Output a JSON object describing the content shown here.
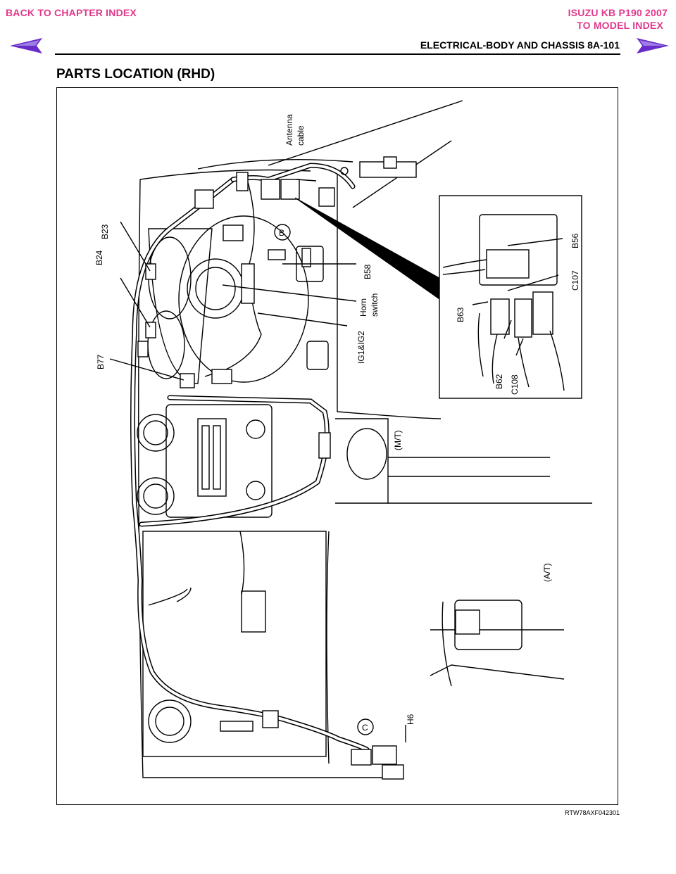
{
  "nav": {
    "back_chapter": "BACK TO CHAPTER INDEX",
    "model_title": "ISUZU KB P190 2007",
    "to_model": "TO MODEL INDEX",
    "prev_icon": "left-arrow-icon",
    "next_icon": "right-arrow-icon",
    "link_color": "#e0388a",
    "arrow_color": "#6a2cc8"
  },
  "header": {
    "page_title": "ELECTRICAL-BODY AND CHASSIS  8A-101"
  },
  "section": {
    "title": "PARTS LOCATION (RHD)"
  },
  "figure": {
    "code": "RTW78AXF042301",
    "labels": {
      "antenna": [
        "Antenna",
        "cable"
      ],
      "b23": "B23",
      "b24": "B24",
      "b58": "B58",
      "horn": [
        "Horn",
        "switch"
      ],
      "ig": "IG1&IG2",
      "b77": "B77",
      "b56": "B56",
      "c107": "C107",
      "b63": "B63",
      "b62": "B62",
      "c108": "C108",
      "mt": "(M/T)",
      "at": "(A/T)",
      "h6": "H6",
      "circle_b": "B",
      "circle_c": "C"
    }
  }
}
